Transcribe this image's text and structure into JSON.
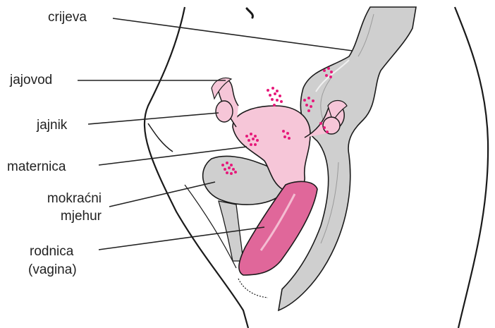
{
  "labels": {
    "crijeva": "crijeva",
    "jajovod": "jajovod",
    "jajnik": "jajnik",
    "maternica": "maternica",
    "mokracni_line1": "mokraćni",
    "mokracni_line2": "mjehur",
    "rodnica_line1": "rodnica",
    "rodnica_line2": "(vagina)"
  },
  "colors": {
    "outline": "#1a1a1a",
    "gray_organ": "#cfcfcf",
    "uterus_pink": "#f6c6d8",
    "vagina_pink": "#e0679a",
    "dot_magenta": "#e6197a",
    "leader_line": "#222222"
  }
}
